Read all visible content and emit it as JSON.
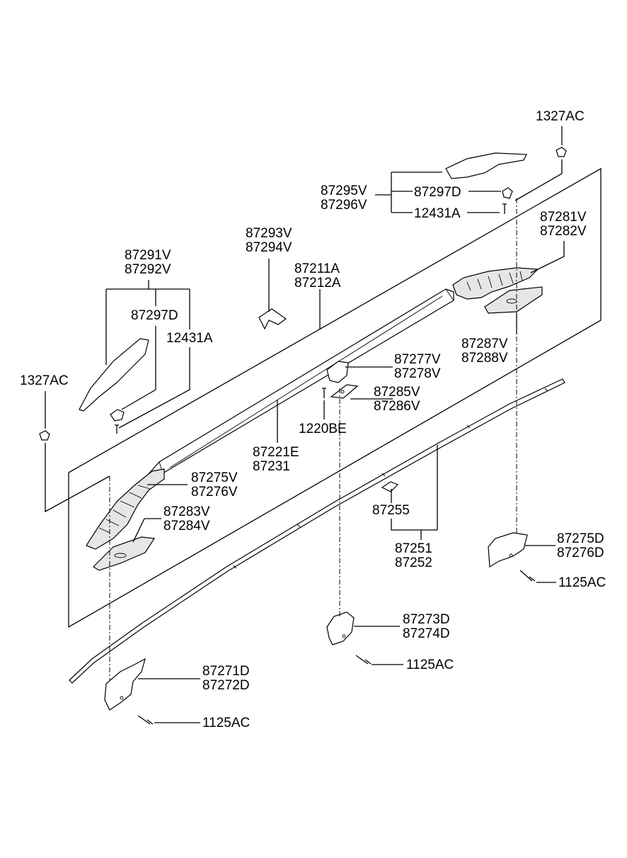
{
  "labels": {
    "c1327ac_top": "1327AC",
    "c87295v": "87295V",
    "c87296v": "87296V",
    "c87297d_top": "87297D",
    "c12431a_top": "12431A",
    "c87281v": "87281V",
    "c87282v": "87282V",
    "c87293v": "87293V",
    "c87294v": "87294V",
    "c87291v": "87291V",
    "c87292v": "87292V",
    "c87211a": "87211A",
    "c87212a": "87212A",
    "c87297d_left": "87297D",
    "c12431a_left": "12431A",
    "c87287v": "87287V",
    "c87288v": "87288V",
    "c87277v": "87277V",
    "c87278v": "87278V",
    "c1327ac_left": "1327AC",
    "c87285v": "87285V",
    "c87286v": "87286V",
    "c1220be": "1220BE",
    "c87221e": "87221E",
    "c87231": "87231",
    "c87275v": "87275V",
    "c87276v": "87276V",
    "c87283v": "87283V",
    "c87284v": "87284V",
    "c87255": "87255",
    "c87251": "87251",
    "c87252": "87252",
    "c87275d": "87275D",
    "c87276d": "87276D",
    "c1125ac_right": "1125AC",
    "c87273d": "87273D",
    "c87274d": "87274D",
    "c1125ac_mid": "1125AC",
    "c87271d": "87271D",
    "c87272d": "87272D",
    "c1125ac_left": "1125AC"
  }
}
